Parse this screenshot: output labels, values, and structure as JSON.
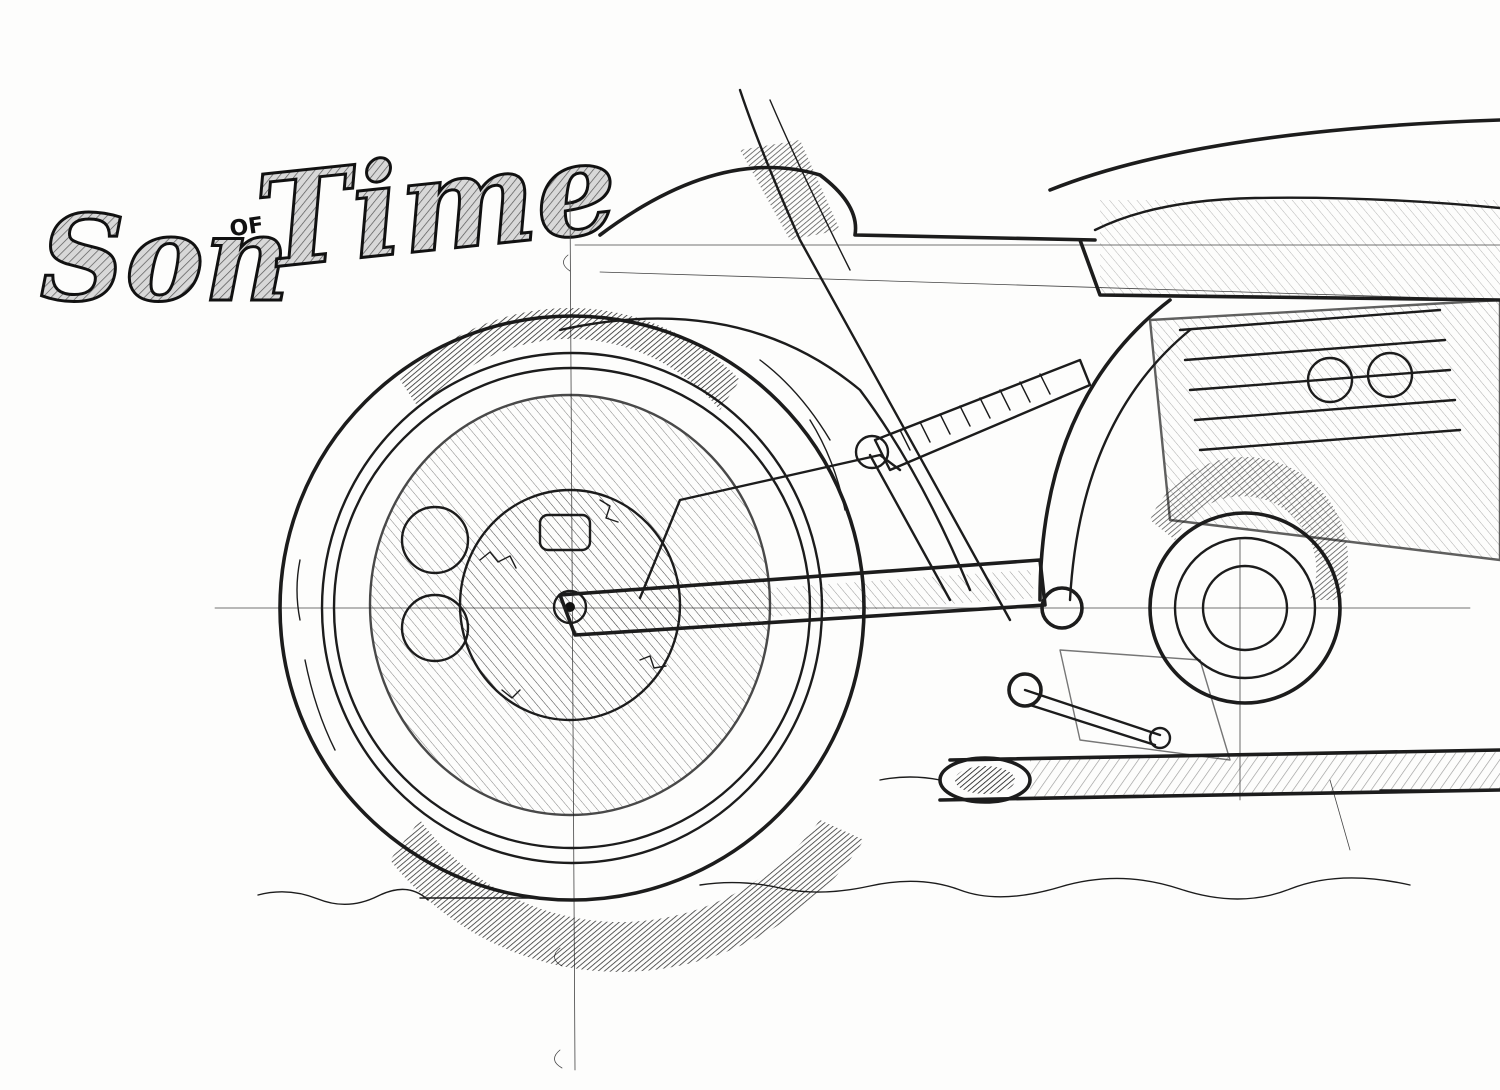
{
  "logo": {
    "word_1": "Son",
    "word_2": "OF",
    "word_3": "Time"
  },
  "sketch": {
    "subject": "motorcycle-rear-side-sketch",
    "ink_color": "#1c1c1c",
    "paper_color": "#fdfdfc"
  }
}
